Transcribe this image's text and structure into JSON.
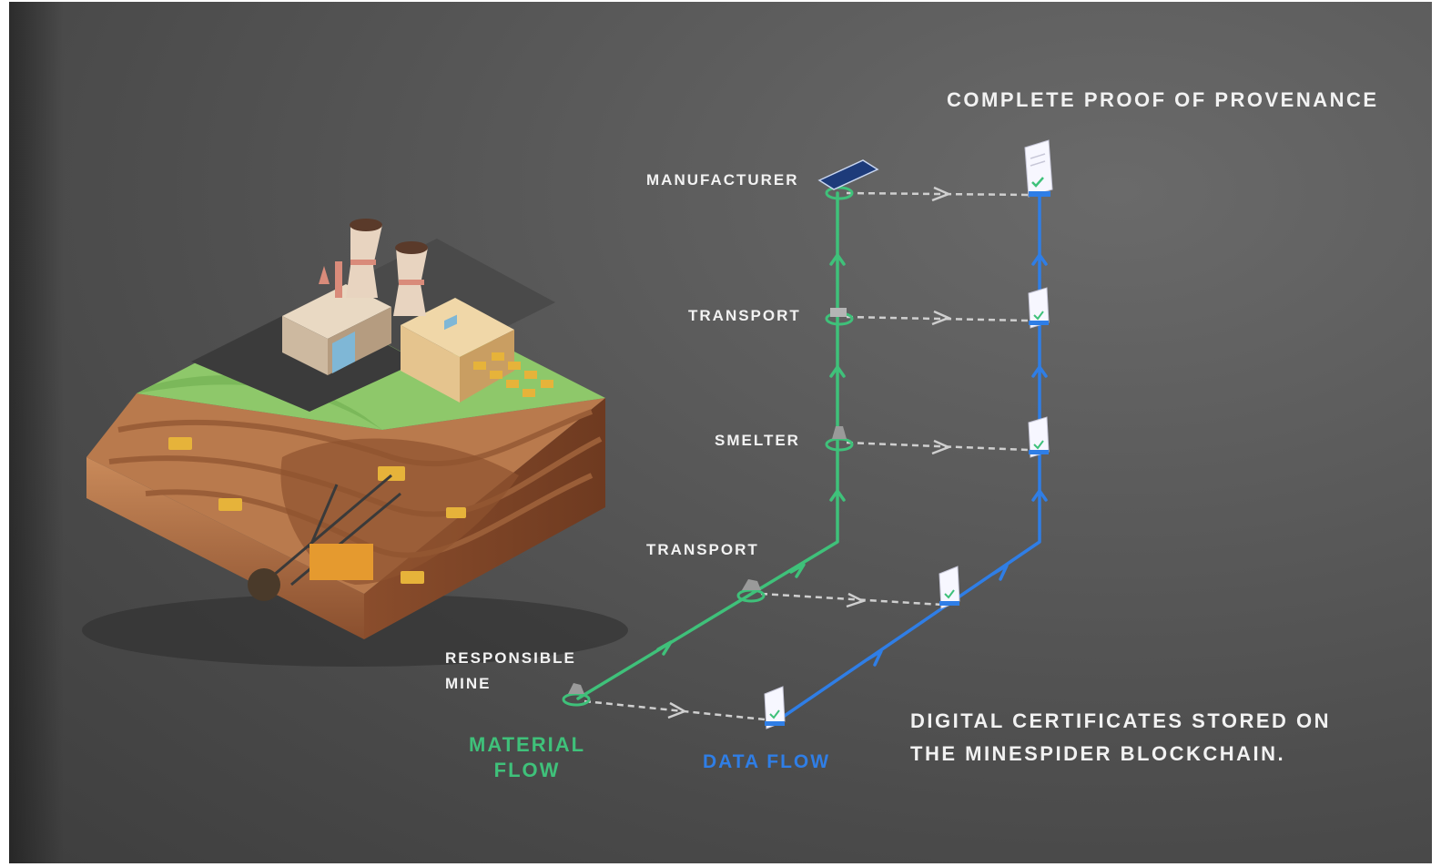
{
  "title": "COMPLETE PROOF OF PROVENANCE",
  "stages": {
    "manufacturer": "MANUFACTURER",
    "transport_upper": "TRANSPORT",
    "smelter": "SMELTER",
    "transport_lower": "TRANSPORT",
    "mine_line1": "RESPONSIBLE",
    "mine_line2": "MINE"
  },
  "legend": {
    "material_line1": "MATERIAL",
    "material_line2": "FLOW",
    "data": "DATA FLOW"
  },
  "caption": {
    "line1": "DIGITAL CERTIFICATES STORED ON",
    "line2": "THE MINESPIDER BLOCKCHAIN."
  },
  "colors": {
    "material_flow": "#3fc17a",
    "data_flow": "#2f7ee6",
    "link": "#cfcfcf"
  },
  "icons": [
    "mine-factory-illustration",
    "certificate-icon",
    "card-icon",
    "truck-icon",
    "smelter-icon",
    "rock-icon"
  ]
}
